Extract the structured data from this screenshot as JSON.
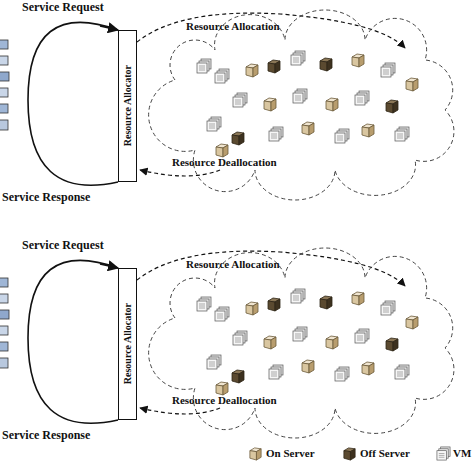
{
  "diagram": {
    "nodes": [
      {
        "text": [
          "Resource Allocator"
        ]
      },
      {
        "text": [
          "Resource Allocator"
        ]
      }
    ],
    "labels": [
      "Service Request",
      "Resource Allocation",
      "Resource Deallocation",
      "Service Response",
      "Service Request",
      "Resource Allocation",
      "Resource Deallocation",
      "Service Response"
    ],
    "legend": [
      {
        "text": "On Server"
      },
      {
        "text": "Off Server"
      },
      {
        "text": "VM"
      }
    ]
  }
}
